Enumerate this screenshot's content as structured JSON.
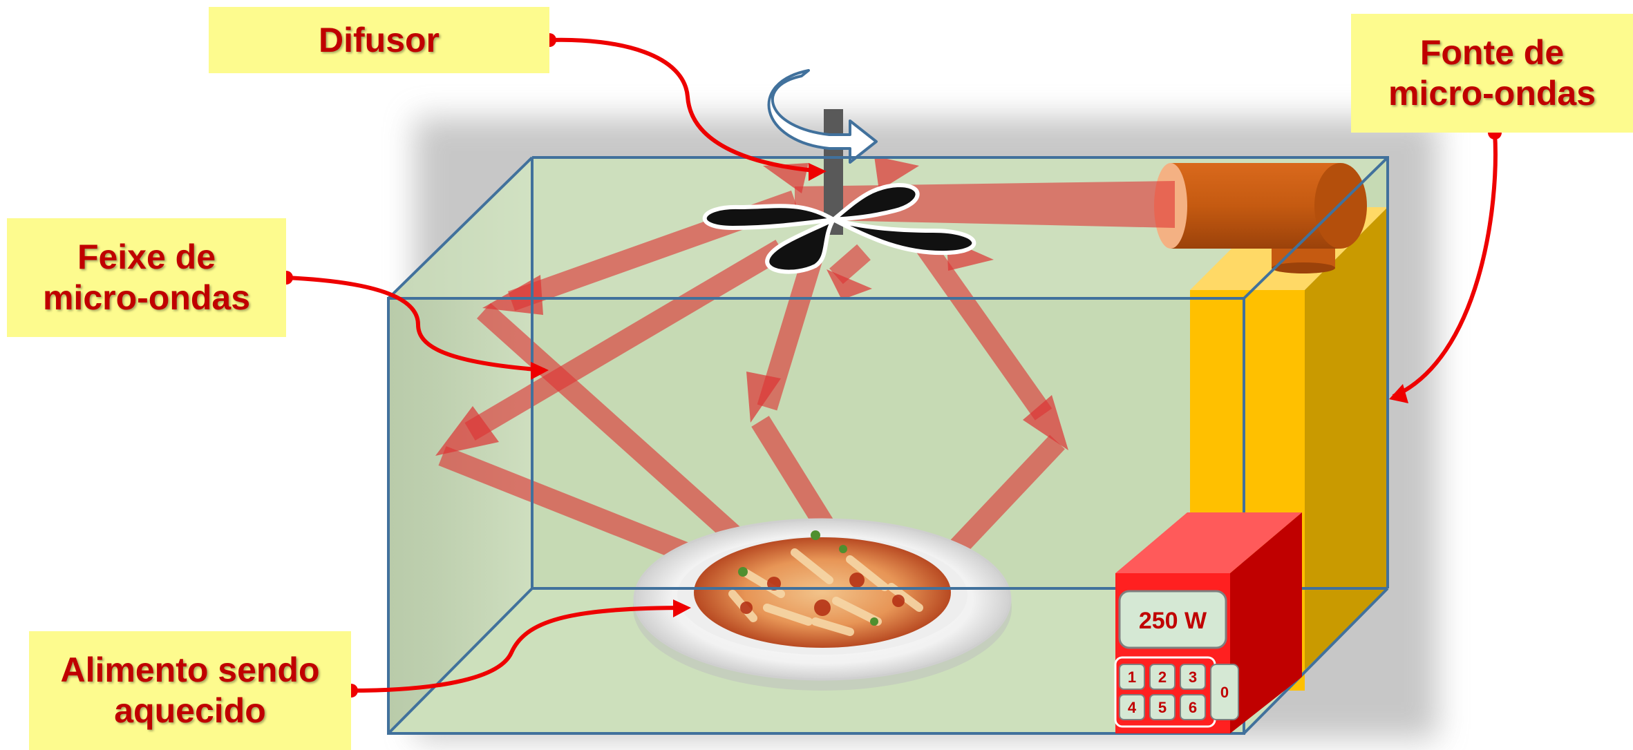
{
  "labels": {
    "diffuser": "Difusor",
    "source_line1": "Fonte de",
    "source_line2": "micro-ondas",
    "beam_line1": "Feixe de",
    "beam_line2": "micro-ondas",
    "food_line1": "Alimento sendo",
    "food_line2": "aquecido"
  },
  "control_panel": {
    "power_display": "250 W",
    "keys": [
      "1",
      "2",
      "3",
      "4",
      "5",
      "6"
    ],
    "zero_key": "0"
  },
  "colors": {
    "label_background": "#fdfb8e",
    "label_text": "#c00000",
    "leader_line": "#ee0000",
    "cavity_fill": "#cfe0bf",
    "cavity_edge": "#41719c",
    "beam": "#d9413f",
    "magnetron": "#c55a11",
    "waveguide_front": "#ffc000",
    "waveguide_side": "#c99a00",
    "panel_front": "#ff2222",
    "panel_side": "#c00000"
  }
}
